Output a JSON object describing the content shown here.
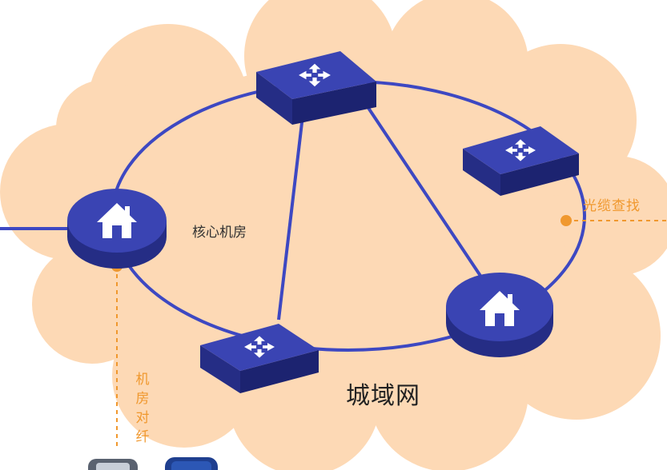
{
  "diagram": {
    "core_room_label": "核心机房",
    "metro_network_label": "城域网",
    "cable_search_label": "光缆查找",
    "room_fiber_label": "机房对纤"
  },
  "colors": {
    "cloud": "#FDD9B5",
    "ring": "#3D48C2",
    "device_top": "#3A44B3",
    "device_side": "#252D85",
    "accent_orange": "#F0982E"
  },
  "icons": [
    "router-icon",
    "home-icon"
  ]
}
